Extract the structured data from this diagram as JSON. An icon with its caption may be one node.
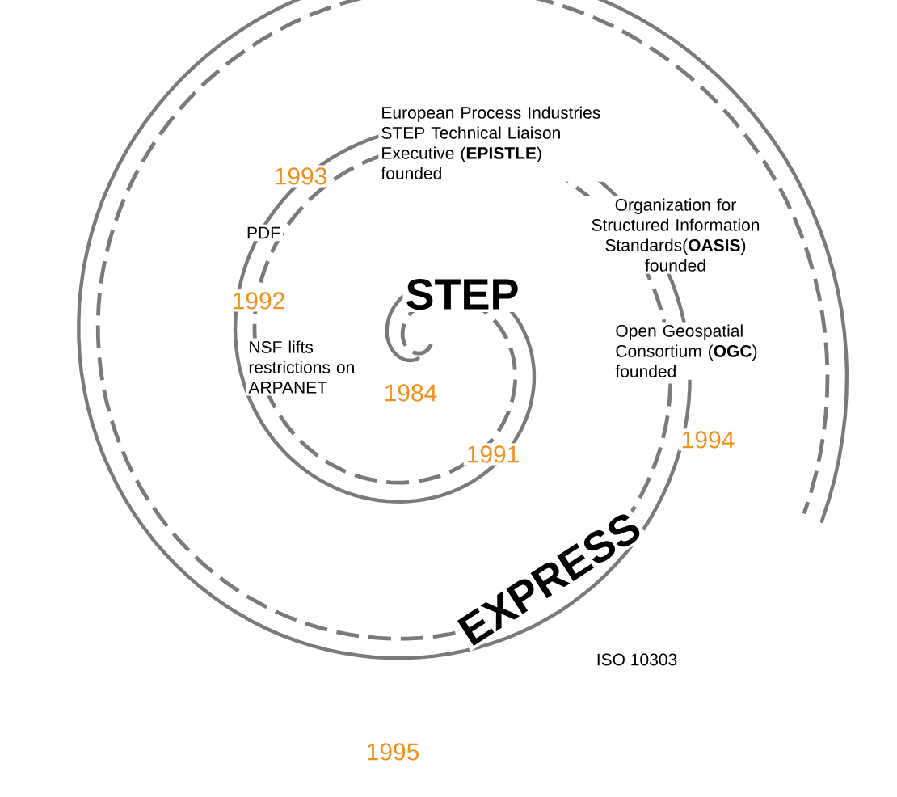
{
  "diagram": {
    "labels": [
      "European Process Industries STEP Technical Liaison Executive (**EPISTLE**) founded",
      "1993",
      "Organization for Structured Information Standards(**OASIS**) founded",
      "PDF",
      "1992",
      "STEP",
      "Open Geospatial Consortium (**OGC**) founded",
      "NSF lifts restrictions on ARPANET",
      "1984",
      "1991",
      "1994",
      "EXPRESS",
      "ISO 10303",
      "1995"
    ]
  }
}
